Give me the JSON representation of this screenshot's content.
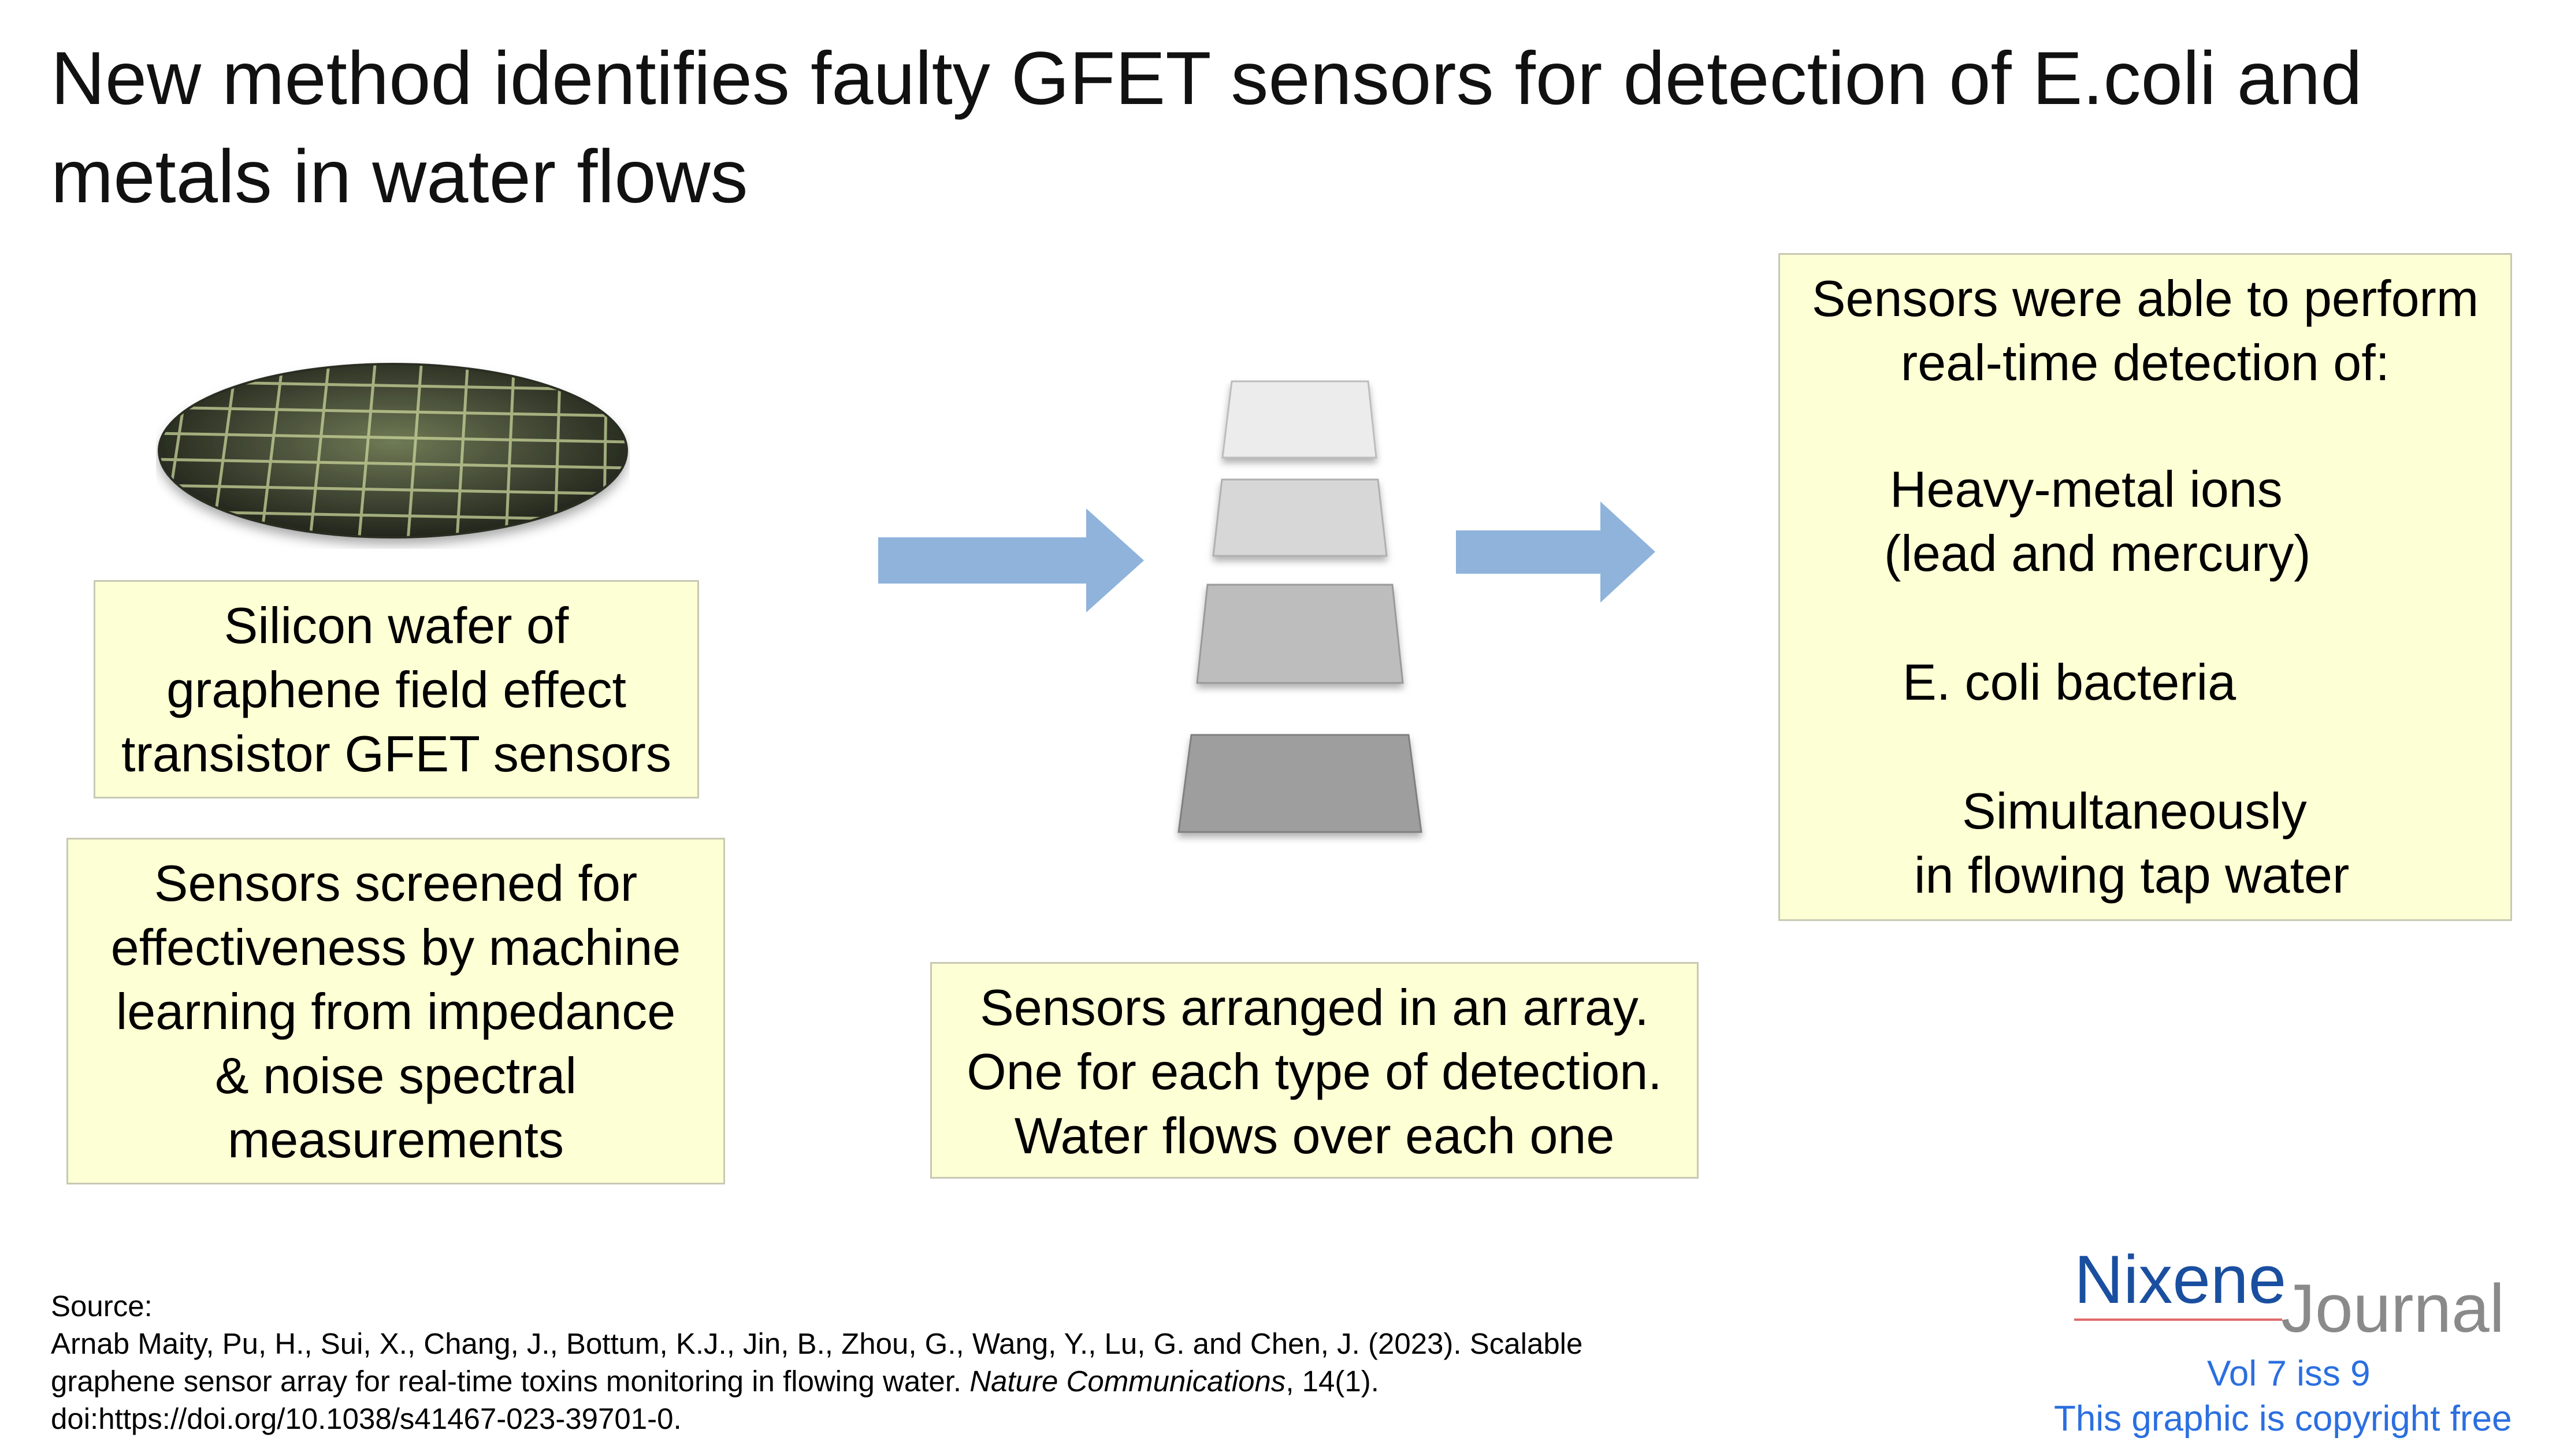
{
  "title": "New method identifies faulty GFET sensors for detection of E.coli and metals in water flows",
  "wafer_box": {
    "lines": [
      "Silicon wafer of",
      "graphene field effect",
      "transistor GFET sensors"
    ]
  },
  "screen_box": {
    "lines": [
      "Sensors screened for",
      "effectiveness by machine",
      "learning from impedance",
      "& noise spectral",
      "measurements"
    ]
  },
  "array_box": {
    "lines": [
      "Sensors arranged in an array.",
      "One for each type of detection.",
      "Water flows over each one"
    ]
  },
  "detect_box": {
    "heading": [
      "Sensors were able to perform",
      "real-time detection of:"
    ],
    "metals": [
      "Heavy-metal ions",
      "(lead and mercury)"
    ],
    "bacteria": "E. coli bacteria",
    "simultaneous": [
      "Simultaneously",
      "in flowing tap water"
    ]
  },
  "source": {
    "label": "Source:",
    "line1": "Arnab Maity, Pu, H., Sui, X., Chang, J., Bottum, K.J., Jin, B., Zhou, G., Wang, Y., Lu, G. and Chen, J. (2023). Scalable",
    "line2_pre": "graphene sensor array for real-time toxins monitoring in flowing water. ",
    "journal": "Nature Communications",
    "line2_post": ", 14(1).",
    "doi": "doi:https://doi.org/10.1038/s41467-023-39701-0."
  },
  "brand": {
    "nixene": "Nixene",
    "journal": "Journal",
    "volume": "Vol 7 iss 9",
    "copyright": "This graphic is copyright free"
  },
  "colors": {
    "box_fill": "#fdffd4",
    "arrow": "#8fb3db",
    "brand_blue": "#1a4fa0",
    "link_blue": "#2b6fe0"
  },
  "icons": [
    "wafer-image",
    "right-arrow-icon",
    "sensor-array-stack"
  ]
}
